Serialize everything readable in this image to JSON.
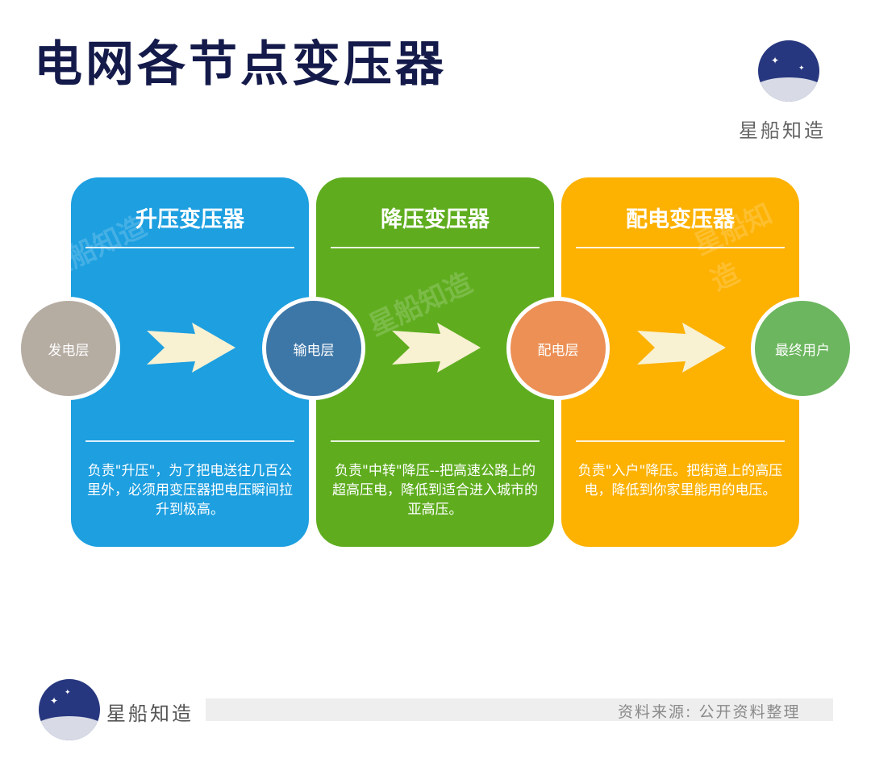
{
  "title": "电网各节点变压器",
  "brand": "星船知造",
  "cards": [
    {
      "title": "升压变压器",
      "desc": "负责\"升压\"，为了把电送往几百公里外，必须用变压器把电压瞬间拉升到极高。",
      "color": "#1d9fe0"
    },
    {
      "title": "降压变压器",
      "desc": "负责\"中转\"降压--把高速公路上的超高压电，降低到适合进入城市的亚高压。",
      "color": "#5fad1f"
    },
    {
      "title": "配电变压器",
      "desc": "负责\"入户\"降压。把街道上的高压电，降低到你家里能用的电压。",
      "color": "#fdb100"
    }
  ],
  "nodes": [
    {
      "label": "发电层",
      "color": "#b5aca2"
    },
    {
      "label": "输电层",
      "color": "#3d77a8"
    },
    {
      "label": "配电层",
      "color": "#ec9055"
    },
    {
      "label": "最终用户",
      "color": "#6cb65f"
    }
  ],
  "footer": {
    "brand": "星船知造",
    "source": "资料来源: 公开资料整理"
  }
}
